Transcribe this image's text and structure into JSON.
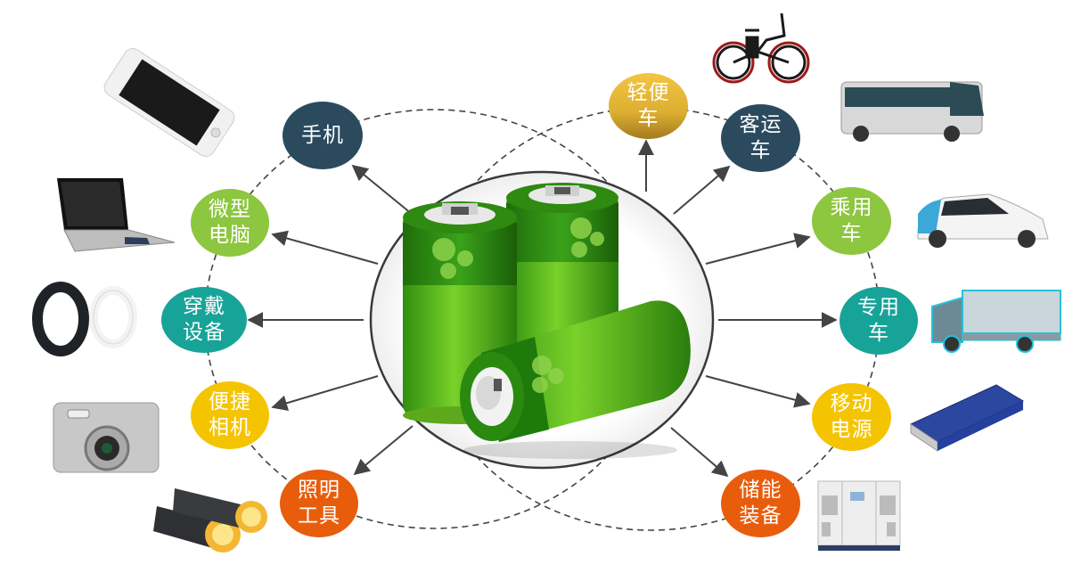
{
  "diagram": {
    "title": "",
    "center": {
      "label": "lithium-battery",
      "icon": "battery-icon"
    },
    "colors": {
      "slate": "#2b4a5e",
      "lime": "#8dc63f",
      "teal": "#17a398",
      "yellow": "#f5c400",
      "orange": "#e85d0c",
      "gold_top": "#f4c542",
      "gold_bottom": "#a47b1f",
      "arrow": "#444444",
      "dash": "#444444"
    },
    "nodes": [
      {
        "id": "phone",
        "line1": "手机",
        "line2": "",
        "color": "slate",
        "icon": "smartphone-icon"
      },
      {
        "id": "micro-pc",
        "line1": "微型",
        "line2": "电脑",
        "color": "lime",
        "icon": "laptop-icon"
      },
      {
        "id": "wearable",
        "line1": "穿戴",
        "line2": "设备",
        "color": "teal",
        "icon": "wristband-icon"
      },
      {
        "id": "camera",
        "line1": "便捷",
        "line2": "相机",
        "color": "yellow",
        "icon": "camera-icon"
      },
      {
        "id": "lighting",
        "line1": "照明",
        "line2": "工具",
        "color": "orange",
        "icon": "flashlight-icon"
      },
      {
        "id": "light-vehicle",
        "line1": "轻便",
        "line2": "车",
        "color": "gold",
        "icon": "e-bike-icon"
      },
      {
        "id": "bus",
        "line1": "客运",
        "line2": "车",
        "color": "slate",
        "icon": "bus-icon"
      },
      {
        "id": "car",
        "line1": "乘用",
        "line2": "车",
        "color": "lime",
        "icon": "car-icon"
      },
      {
        "id": "special-vehicle",
        "line1": "专用",
        "line2": "车",
        "color": "teal",
        "icon": "truck-icon"
      },
      {
        "id": "power-bank",
        "line1": "移动",
        "line2": "电源",
        "color": "yellow",
        "icon": "power-bank-icon"
      },
      {
        "id": "energy-storage",
        "line1": "储能",
        "line2": "装备",
        "color": "orange",
        "icon": "energy-storage-cabinet-icon"
      }
    ]
  }
}
